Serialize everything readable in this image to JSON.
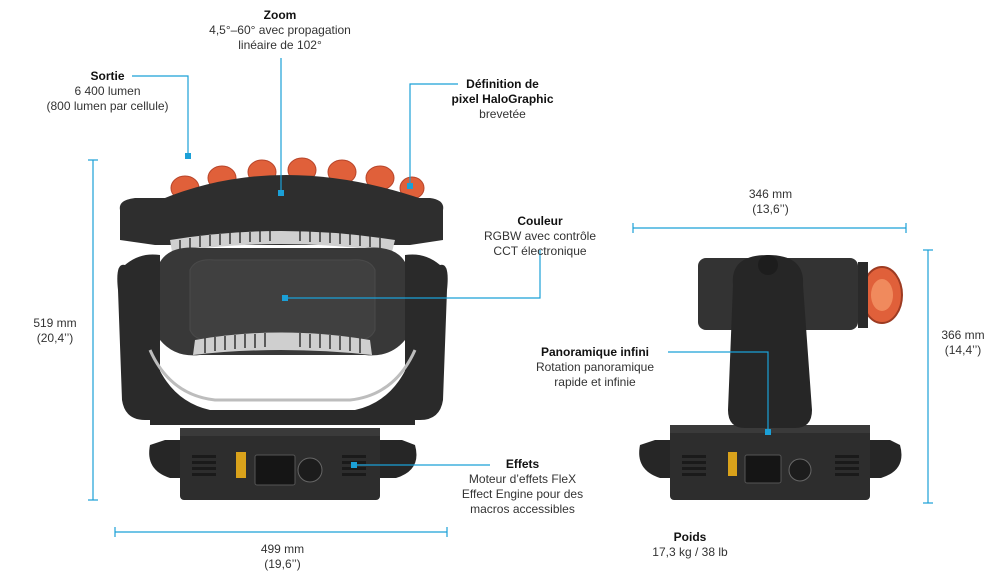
{
  "callouts": {
    "zoom": {
      "title": "Zoom",
      "lines": [
        "4,5°–60° avec propagation",
        "linéaire de 102°"
      ]
    },
    "sortie": {
      "title": "Sortie",
      "lines": [
        "6 400 lumen",
        "(800 lumen par cellule)"
      ]
    },
    "definition": {
      "title_lines": [
        "Définition de",
        "pixel HaloGraphic"
      ],
      "lines": [
        "brevetée"
      ]
    },
    "couleur": {
      "title": "Couleur",
      "lines": [
        "RGBW avec contrôle",
        "CCT électronique"
      ]
    },
    "panoramique": {
      "title": "Panoramique infini",
      "lines": [
        "Rotation panoramique",
        "rapide et infinie"
      ]
    },
    "effets": {
      "title": "Effets",
      "lines": [
        "Moteur d’effets FleX",
        "Effect Engine pour des",
        "macros accessibles"
      ]
    },
    "poids": {
      "title": "Poids",
      "lines": [
        "17,3 kg / 38 lb"
      ]
    }
  },
  "dimensions": {
    "height_front": {
      "mm": "519 mm",
      "in": "(20,4’’)"
    },
    "width_front": {
      "mm": "499 mm",
      "in": "(19,6’’)"
    },
    "depth_side": {
      "mm": "346 mm",
      "in": "(13,6’’)"
    },
    "height_side": {
      "mm": "366 mm",
      "in": "(14,4’’)"
    }
  },
  "colors": {
    "accent": "#1ba0d7",
    "body": "#2b2b2b",
    "lens": "#e0603a"
  },
  "icons": [
    "front-view-fixture-image",
    "side-view-fixture-image"
  ]
}
